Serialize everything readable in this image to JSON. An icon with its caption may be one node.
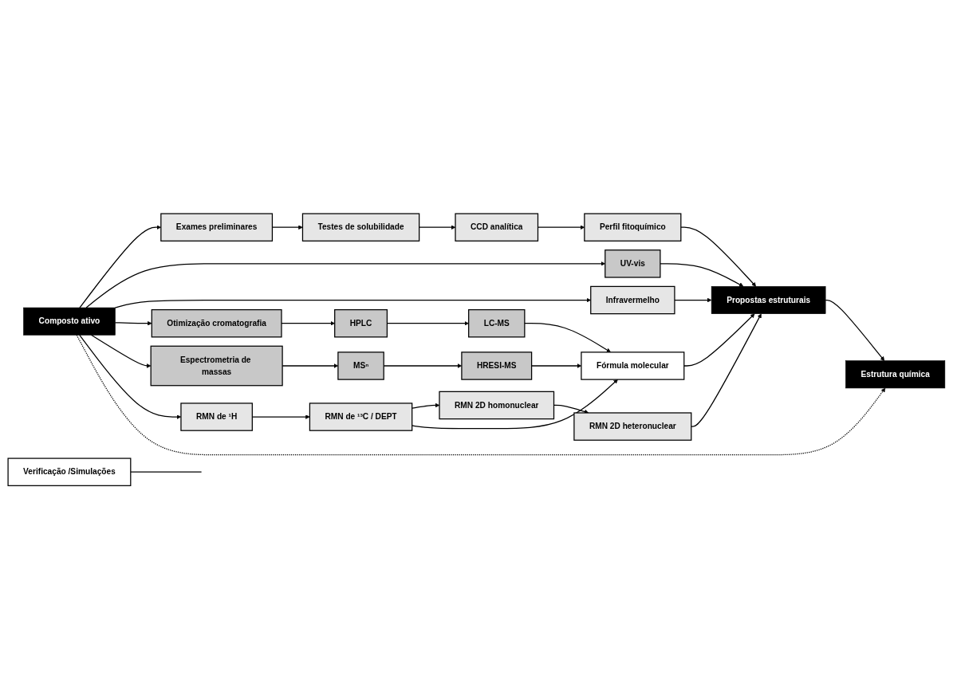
{
  "diagram": {
    "nodes": [
      {
        "text": [
          "Composto ativo"
        ]
      },
      {
        "text": [
          "Exames preliminares"
        ]
      },
      {
        "text": [
          "Testes de solubilidade"
        ]
      },
      {
        "text": [
          "CCD analítica"
        ]
      },
      {
        "text": [
          "Perfil fitoquímico"
        ]
      },
      {
        "text": [
          "UV-vis"
        ]
      },
      {
        "text": [
          "Infravermelho"
        ]
      },
      {
        "text": [
          "Otimização cromatografia"
        ]
      },
      {
        "text": [
          "HPLC"
        ]
      },
      {
        "text": [
          "LC-MS"
        ]
      },
      {
        "text": [
          "Espectrometria de massas"
        ]
      },
      {
        "text": [
          "MSⁿ"
        ]
      },
      {
        "text": [
          "HRESI-MS"
        ]
      },
      {
        "text": [
          "Fórmula molecular"
        ]
      },
      {
        "text": [
          "RMN de ¹H"
        ]
      },
      {
        "text": [
          "RMN de ¹³C / DEPT"
        ]
      },
      {
        "text": [
          "RMN 2D homonuclear"
        ]
      },
      {
        "text": [
          "RMN 2D heteronuclear"
        ]
      },
      {
        "text": [
          "Verificação /Simulações"
        ]
      },
      {
        "text": [
          "Estrutura química"
        ]
      },
      {
        "text": [
          "Propostas estruturais"
        ]
      }
    ],
    "edges": [
      {
        "from": 0,
        "to": 1,
        "arrow": "to"
      },
      {
        "from": 0,
        "to": 5,
        "arrow": "to"
      },
      {
        "from": 0,
        "to": 6,
        "arrow": "to"
      },
      {
        "from": 0,
        "to": 7,
        "arrow": "to"
      },
      {
        "from": 0,
        "to": 10,
        "arrow": "to"
      },
      {
        "from": 0,
        "to": 14,
        "arrow": "to"
      },
      {
        "from": 1,
        "to": 2,
        "arrow": "to"
      },
      {
        "from": 2,
        "to": 3,
        "arrow": "to"
      },
      {
        "from": 3,
        "to": 4,
        "arrow": "to"
      },
      {
        "from": 7,
        "to": 8,
        "arrow": "to"
      },
      {
        "from": 8,
        "to": 9,
        "arrow": "to"
      },
      {
        "from": 9,
        "to": 13,
        "arrow": "to"
      },
      {
        "from": 10,
        "to": 11,
        "arrow": "to"
      },
      {
        "from": 11,
        "to": 12,
        "arrow": "to"
      },
      {
        "from": 12,
        "to": 13,
        "arrow": "to"
      },
      {
        "from": 14,
        "to": 15,
        "arrow": "to"
      },
      {
        "from": 15,
        "to": 16,
        "arrow": "to"
      },
      {
        "from": 16,
        "to": 17,
        "arrow": "to"
      },
      {
        "from": 15,
        "to": 13,
        "arrow": "to"
      },
      {
        "from": 4,
        "to": 20,
        "arrow": "to"
      },
      {
        "from": 5,
        "to": 20,
        "arrow": "to"
      },
      {
        "from": 6,
        "to": 20,
        "arrow": "to"
      },
      {
        "from": 13,
        "to": 20,
        "arrow": "to"
      },
      {
        "from": 17,
        "to": 20,
        "arrow": "to"
      },
      {
        "from": 20,
        "to": 19,
        "arrow": "to"
      },
      {
        "from": 0,
        "to": 19,
        "arrow": "to",
        "style": "dashed"
      },
      {
        "from": 18,
        "to": null,
        "arrow": "none"
      }
    ]
  }
}
